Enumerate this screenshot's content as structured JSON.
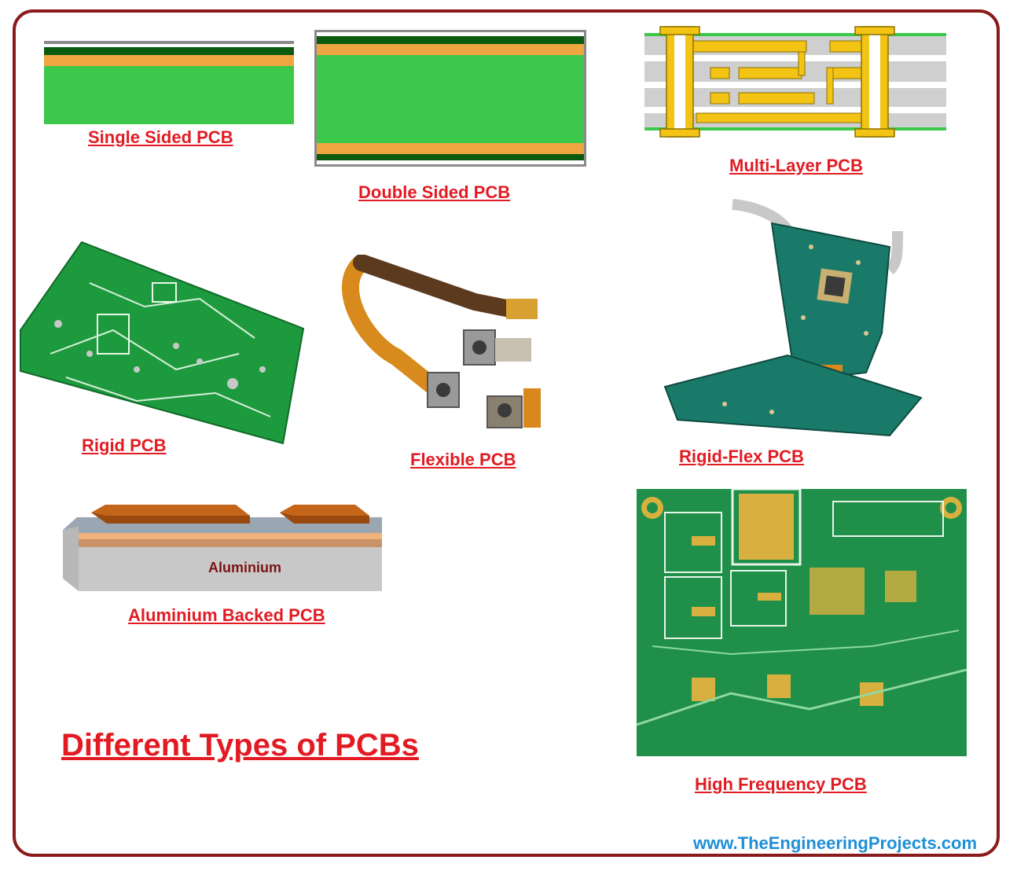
{
  "labels": {
    "single_sided": "Single Sided PCB",
    "double_sided": "Double Sided PCB",
    "multi_layer": "Multi-Layer PCB",
    "rigid": "Rigid PCB",
    "flexible": "Flexible PCB",
    "rigid_flex": "Rigid-Flex PCB",
    "aluminium_backed": "Aluminium Backed PCB",
    "high_frequency": "High Frequency PCB"
  },
  "aluminium_layer_text": "Aluminium",
  "title": "Different Types of PCBs",
  "website": "www.TheEngineeringProjects.com",
  "colors": {
    "label_red": "#e21b23",
    "frame": "#8b1a1a",
    "pcb_green": "#3cc84a",
    "copper_orange": "#f0a640",
    "dark_green": "#0b5a10",
    "gold": "#f4c414",
    "board_green": "#1f8f4a",
    "url_blue": "#1e8fd6"
  }
}
